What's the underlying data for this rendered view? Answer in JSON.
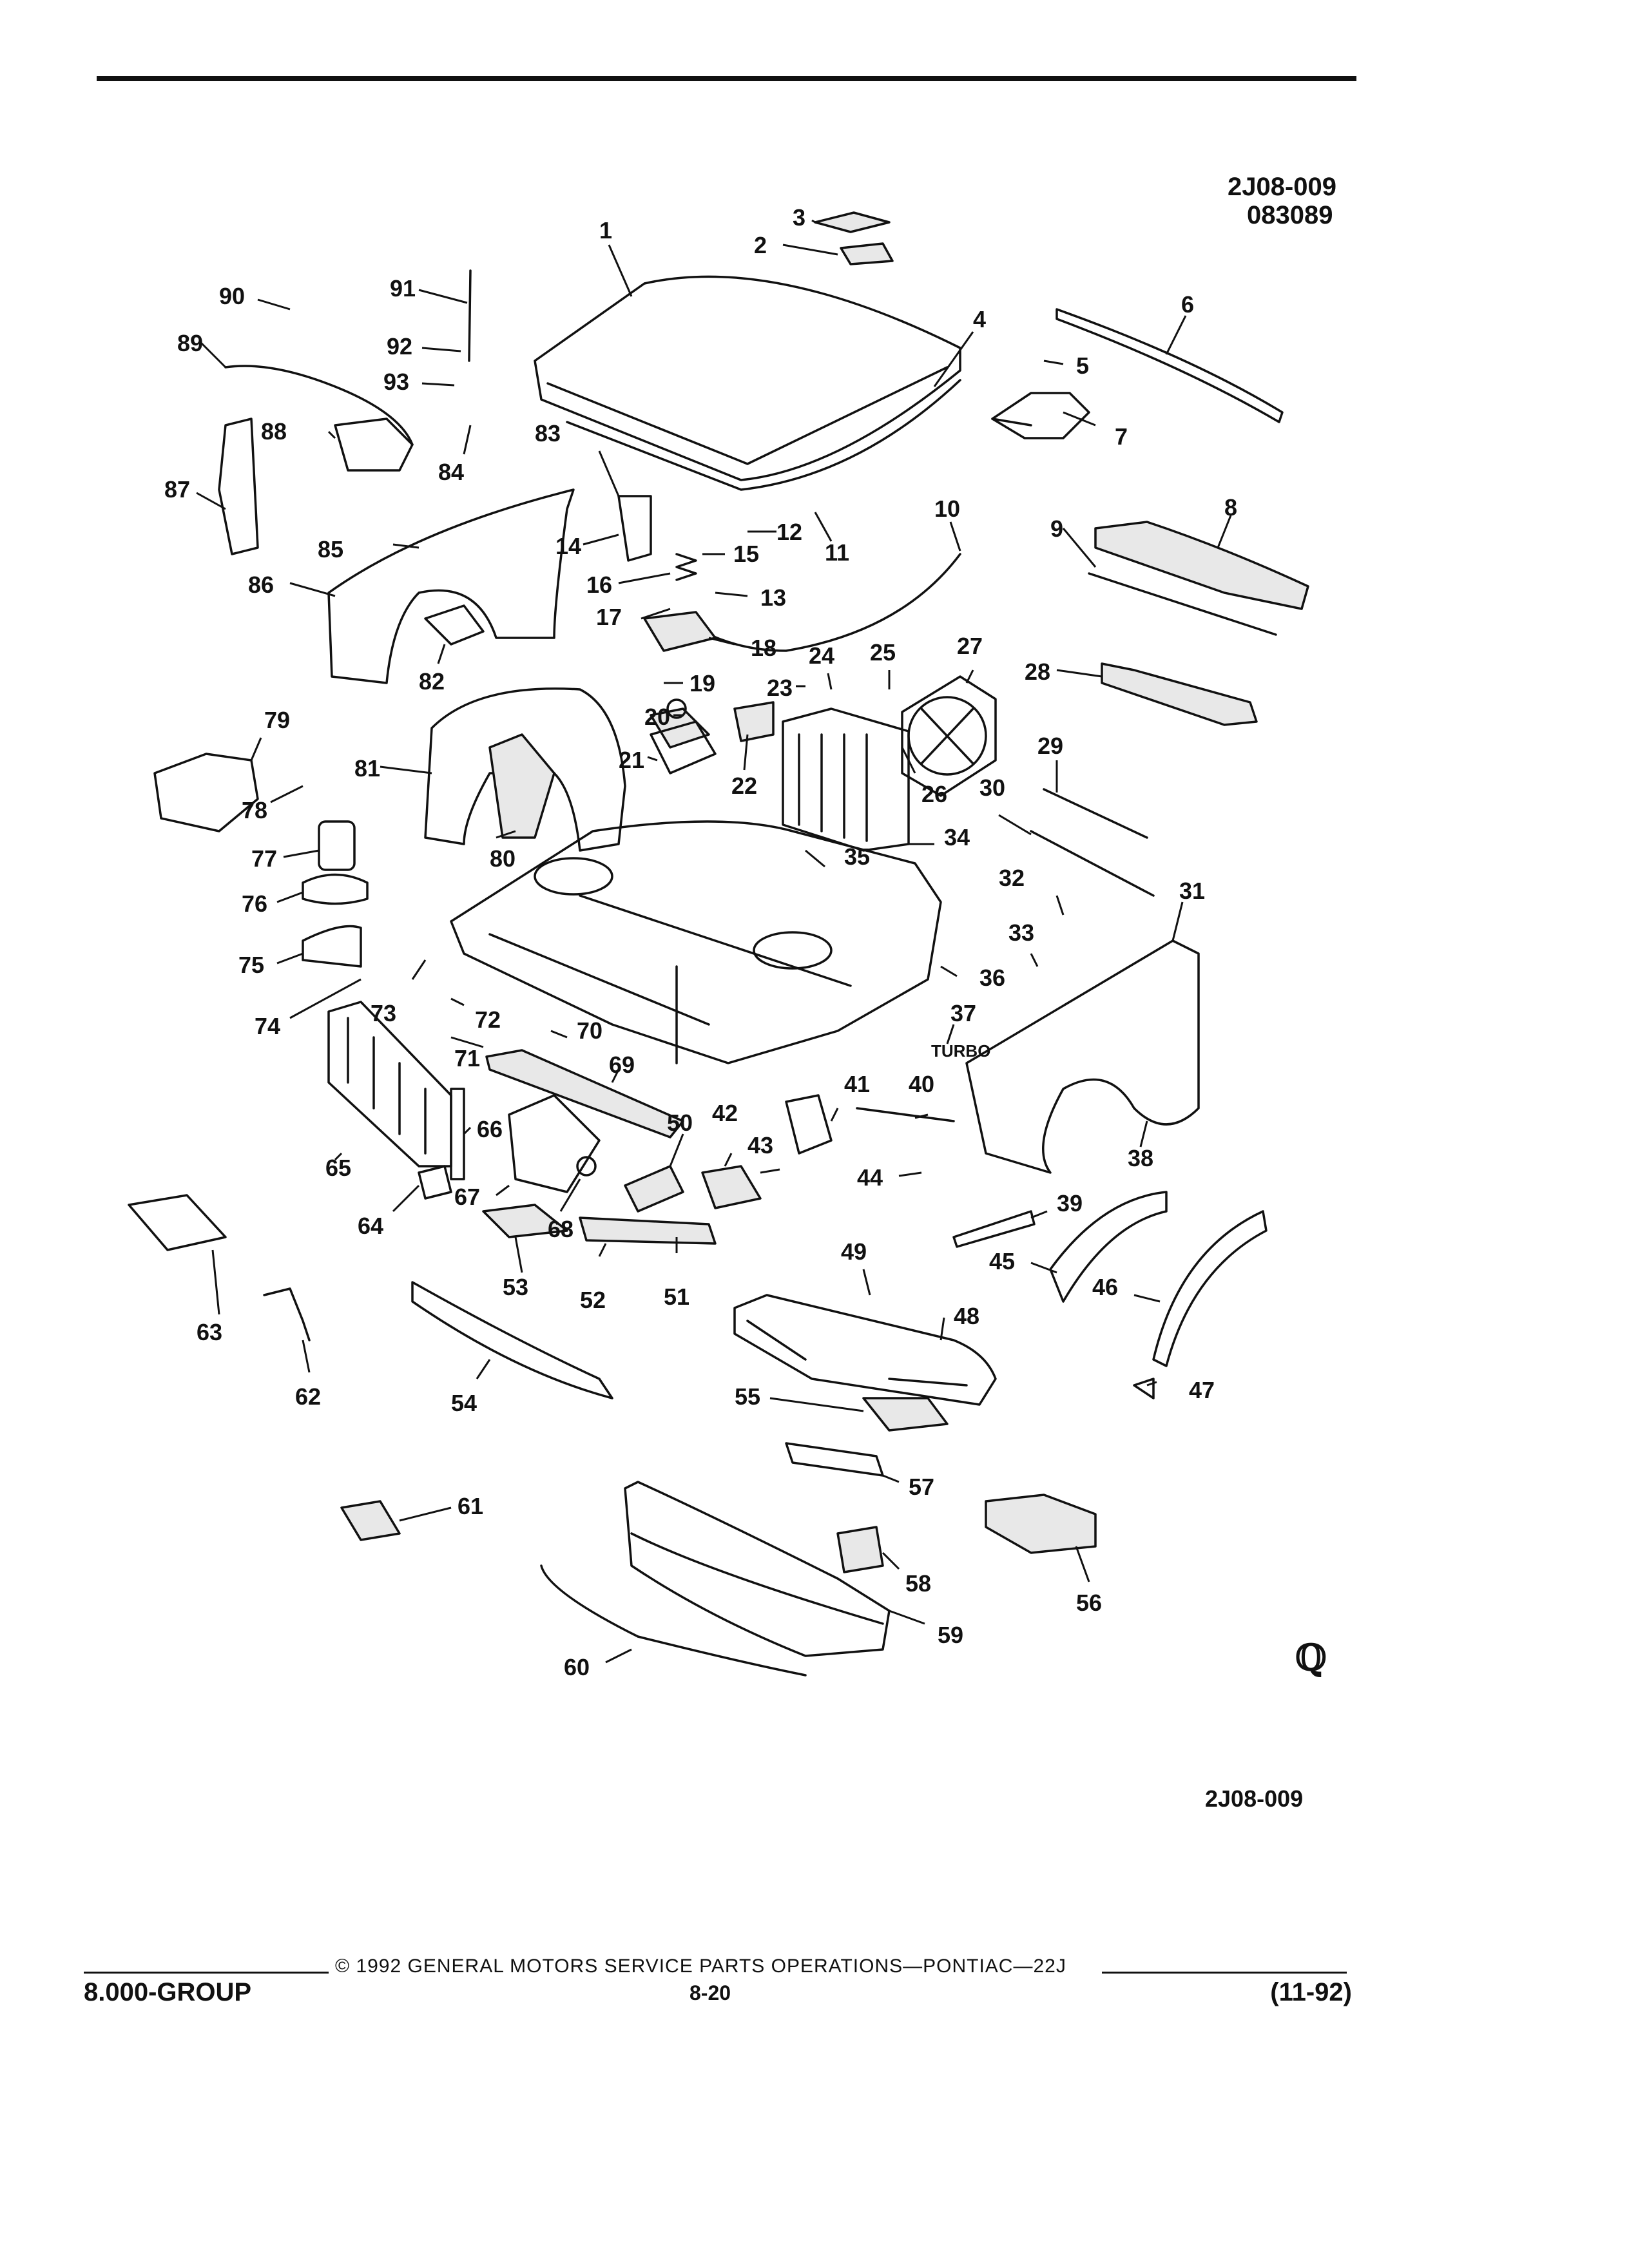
{
  "header": {
    "ref_code_1": "2J08-009",
    "ref_code_2": "083089"
  },
  "diagram": {
    "bottom_ref_code": "2J08-009",
    "callouts": [
      {
        "id": "1"
      },
      {
        "id": "2"
      },
      {
        "id": "3"
      },
      {
        "id": "4"
      },
      {
        "id": "5"
      },
      {
        "id": "6"
      },
      {
        "id": "7"
      },
      {
        "id": "8"
      },
      {
        "id": "9"
      },
      {
        "id": "10"
      },
      {
        "id": "11"
      },
      {
        "id": "12"
      },
      {
        "id": "13"
      },
      {
        "id": "14"
      },
      {
        "id": "15"
      },
      {
        "id": "16"
      },
      {
        "id": "17"
      },
      {
        "id": "18"
      },
      {
        "id": "19"
      },
      {
        "id": "20"
      },
      {
        "id": "21"
      },
      {
        "id": "22"
      },
      {
        "id": "23"
      },
      {
        "id": "24"
      },
      {
        "id": "25"
      },
      {
        "id": "26"
      },
      {
        "id": "27"
      },
      {
        "id": "28"
      },
      {
        "id": "29"
      },
      {
        "id": "30"
      },
      {
        "id": "31"
      },
      {
        "id": "32"
      },
      {
        "id": "33"
      },
      {
        "id": "34"
      },
      {
        "id": "35"
      },
      {
        "id": "36"
      },
      {
        "id": "37"
      },
      {
        "id": "38"
      },
      {
        "id": "39"
      },
      {
        "id": "40"
      },
      {
        "id": "41"
      },
      {
        "id": "42"
      },
      {
        "id": "43"
      },
      {
        "id": "44"
      },
      {
        "id": "45"
      },
      {
        "id": "46"
      },
      {
        "id": "47"
      },
      {
        "id": "48"
      },
      {
        "id": "49"
      },
      {
        "id": "50"
      },
      {
        "id": "51"
      },
      {
        "id": "52"
      },
      {
        "id": "53"
      },
      {
        "id": "54"
      },
      {
        "id": "55"
      },
      {
        "id": "56"
      },
      {
        "id": "57"
      },
      {
        "id": "58"
      },
      {
        "id": "59"
      },
      {
        "id": "60"
      },
      {
        "id": "61"
      },
      {
        "id": "62"
      },
      {
        "id": "63"
      },
      {
        "id": "64"
      },
      {
        "id": "65"
      },
      {
        "id": "66"
      },
      {
        "id": "67"
      },
      {
        "id": "68"
      },
      {
        "id": "69"
      },
      {
        "id": "70"
      },
      {
        "id": "71"
      },
      {
        "id": "72"
      },
      {
        "id": "73"
      },
      {
        "id": "74"
      },
      {
        "id": "75"
      },
      {
        "id": "76"
      },
      {
        "id": "77"
      },
      {
        "id": "78"
      },
      {
        "id": "79"
      },
      {
        "id": "80"
      },
      {
        "id": "81"
      },
      {
        "id": "82"
      },
      {
        "id": "83"
      },
      {
        "id": "84"
      },
      {
        "id": "85"
      },
      {
        "id": "86"
      },
      {
        "id": "87"
      },
      {
        "id": "88"
      },
      {
        "id": "89"
      },
      {
        "id": "90"
      },
      {
        "id": "91"
      },
      {
        "id": "92"
      },
      {
        "id": "93"
      }
    ],
    "badge_text": "TURBO"
  },
  "footer": {
    "group": "8.000-GROUP",
    "copyright": "© 1992 GENERAL MOTORS SERVICE PARTS OPERATIONS—PONTIAC—22J",
    "page": "8-20",
    "revision": "(11-92)"
  }
}
